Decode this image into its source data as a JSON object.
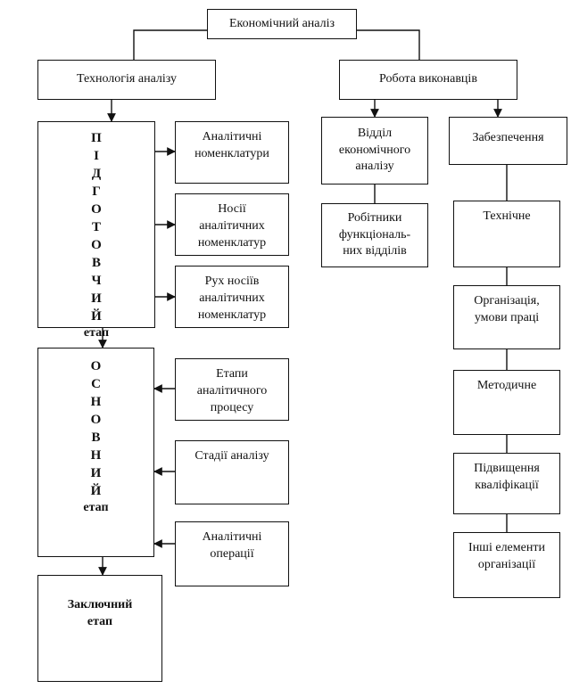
{
  "root": {
    "label": "Економічний аналіз"
  },
  "left": {
    "title": "Технологія аналізу",
    "prep": {
      "letters": [
        "П",
        "І",
        "Д",
        "Г",
        "О",
        "Т",
        "О",
        "В",
        "Ч",
        "И",
        "Й"
      ],
      "etap": "етап",
      "items": [
        {
          "lines": [
            "Аналітичні",
            "номенклатури"
          ]
        },
        {
          "lines": [
            "Носії",
            "аналітичних",
            "номенклатур"
          ]
        },
        {
          "lines": [
            "Рух носіїв",
            "аналітичних",
            "номенклатур"
          ]
        }
      ]
    },
    "main": {
      "letters": [
        "О",
        "С",
        "Н",
        "О",
        "В",
        "Н",
        "И",
        "Й"
      ],
      "etap": "етап",
      "items": [
        {
          "lines": [
            "Етапи",
            "аналітичного",
            "процесу"
          ]
        },
        {
          "lines": [
            "Стадії аналізу"
          ]
        },
        {
          "lines": [
            "Аналітичні",
            "операції"
          ]
        }
      ]
    },
    "final": {
      "lines": [
        "Заключний",
        "етап"
      ]
    }
  },
  "right": {
    "title": "Робота виконавців",
    "dept": {
      "lines": [
        "Відділ",
        "економічного",
        "аналізу"
      ]
    },
    "workers": {
      "lines": [
        "Робітники",
        "функціональ-",
        "них відділів"
      ]
    },
    "support": {
      "title": "Забезпечення"
    },
    "chain": [
      {
        "lines": [
          "Технічне"
        ]
      },
      {
        "lines": [
          "Організація,",
          "умови праці"
        ]
      },
      {
        "lines": [
          "Методичне"
        ]
      },
      {
        "lines": [
          "Підвищення",
          "кваліфікації"
        ]
      },
      {
        "lines": [
          "Інші елементи",
          "організації"
        ]
      }
    ]
  }
}
